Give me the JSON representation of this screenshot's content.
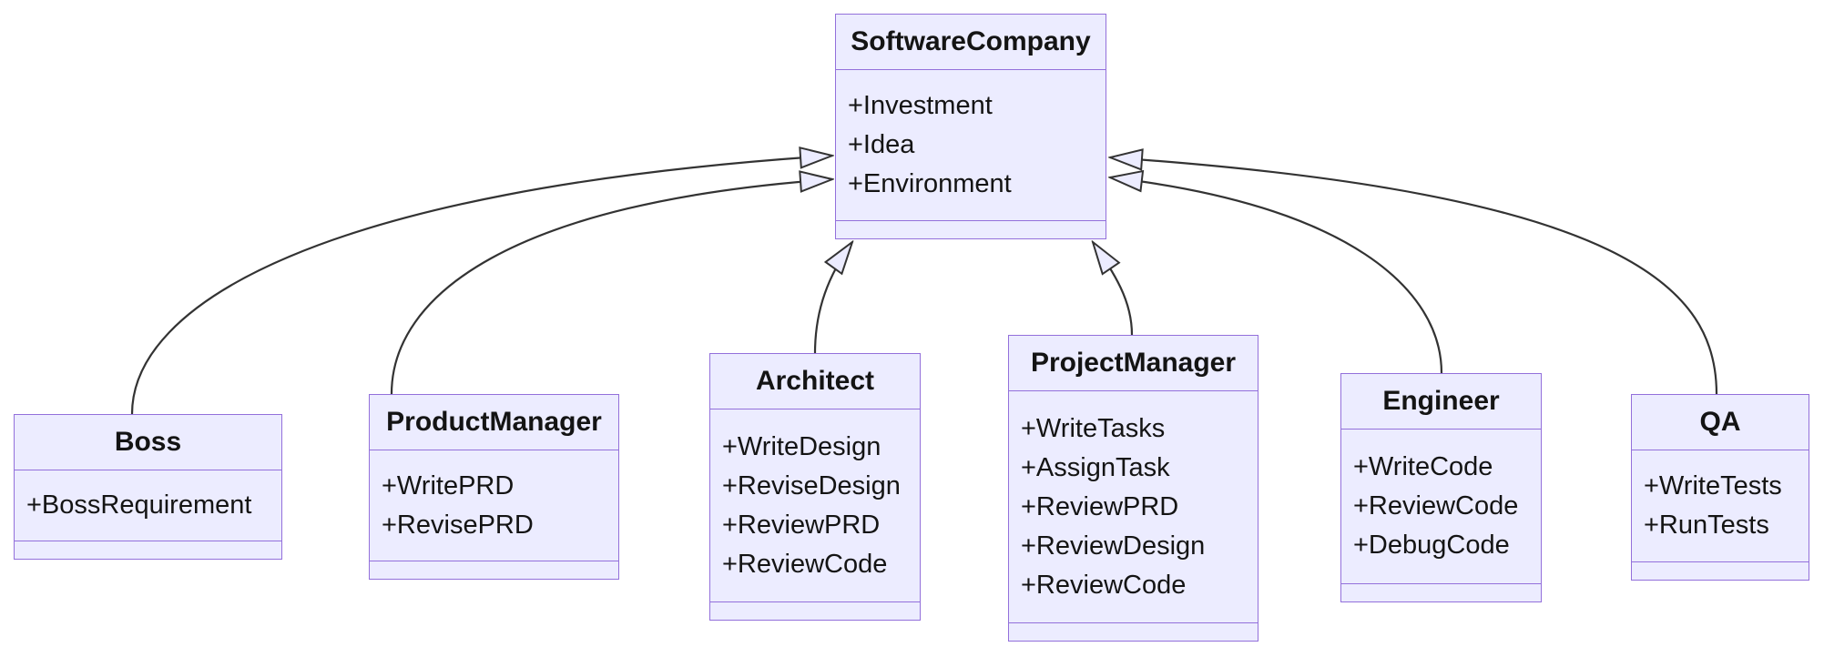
{
  "diagram": {
    "kind": "uml-class-diagram",
    "colors": {
      "box_fill": "#ECECFF",
      "box_border": "#9370DB",
      "edge_line": "#333333",
      "text": "#141414",
      "background": "#FFFFFF"
    },
    "classes": [
      {
        "name": "SoftwareCompany",
        "members": [
          "+Investment",
          "+Idea",
          "+Environment"
        ]
      },
      {
        "name": "Boss",
        "members": [
          "+BossRequirement"
        ]
      },
      {
        "name": "ProductManager",
        "members": [
          "+WritePRD",
          "+RevisePRD"
        ]
      },
      {
        "name": "Architect",
        "members": [
          "+WriteDesign",
          "+ReviseDesign",
          "+ReviewPRD",
          "+ReviewCode"
        ]
      },
      {
        "name": "ProjectManager",
        "members": [
          "+WriteTasks",
          "+AssignTask",
          "+ReviewPRD",
          "+ReviewDesign",
          "+ReviewCode"
        ]
      },
      {
        "name": "Engineer",
        "members": [
          "+WriteCode",
          "+ReviewCode",
          "+DebugCode"
        ]
      },
      {
        "name": "QA",
        "members": [
          "+WriteTests",
          "+RunTests"
        ]
      }
    ],
    "relations": [
      {
        "from": "Boss",
        "to": "SoftwareCompany",
        "type": "inheritance"
      },
      {
        "from": "ProductManager",
        "to": "SoftwareCompany",
        "type": "inheritance"
      },
      {
        "from": "Architect",
        "to": "SoftwareCompany",
        "type": "inheritance"
      },
      {
        "from": "ProjectManager",
        "to": "SoftwareCompany",
        "type": "inheritance"
      },
      {
        "from": "Engineer",
        "to": "SoftwareCompany",
        "type": "inheritance"
      },
      {
        "from": "QA",
        "to": "SoftwareCompany",
        "type": "inheritance"
      }
    ]
  }
}
